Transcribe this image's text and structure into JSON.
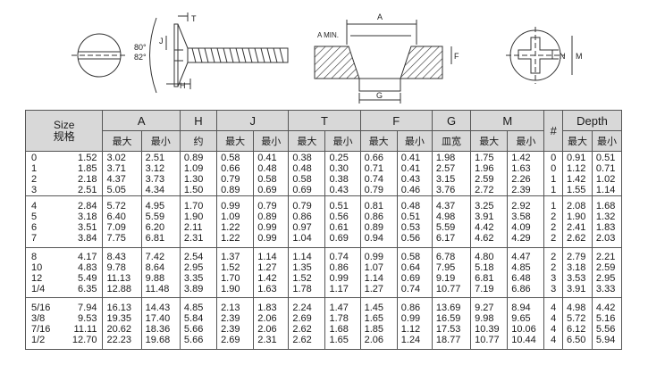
{
  "diagram_labels": {
    "t": "T",
    "j": "J",
    "h": "H",
    "angle_1": "80°",
    "angle_2": "82°",
    "a": "A",
    "a_min": "A MIN.",
    "f": "F",
    "g": "G",
    "n": "N",
    "m": "M"
  },
  "header": {
    "size_en": "Size",
    "size_cn": "规格",
    "groups": [
      "A",
      "H",
      "J",
      "T",
      "F",
      "G",
      "M",
      "#",
      "Depth"
    ],
    "max": "最大",
    "min": "最小",
    "approx": "约",
    "g_sub": "皿宽"
  },
  "blocks": [
    {
      "size": [
        "0",
        "1",
        "2",
        "3"
      ],
      "dia": [
        "1.52",
        "1.85",
        "2.18",
        "2.51"
      ],
      "a_max": [
        "3.02",
        "3.71",
        "4.37",
        "5.05"
      ],
      "a_min": [
        "2.51",
        "3.12",
        "3.73",
        "4.34"
      ],
      "h": [
        "0.89",
        "1.09",
        "1.30",
        "1.50"
      ],
      "j_max": [
        "0.58",
        "0.66",
        "0.79",
        "0.89"
      ],
      "j_min": [
        "0.41",
        "0.48",
        "0.58",
        "0.69"
      ],
      "t_max": [
        "0.38",
        "0.48",
        "0.58",
        "0.69"
      ],
      "t_min": [
        "0.25",
        "0.30",
        "0.38",
        "0.43"
      ],
      "f_max": [
        "0.66",
        "0.71",
        "0.74",
        "0.79"
      ],
      "f_min": [
        "0.41",
        "0.41",
        "0.43",
        "0.46"
      ],
      "g": [
        "1.98",
        "2.57",
        "3.15",
        "3.76"
      ],
      "m_max": [
        "1.75",
        "1.96",
        "2.59",
        "2.72"
      ],
      "m_min": [
        "1.42",
        "1.63",
        "2.26",
        "2.39"
      ],
      "hash": [
        "0",
        "0",
        "1",
        "1"
      ],
      "d_max": [
        "0.91",
        "1.12",
        "1.42",
        "1.55"
      ],
      "d_min": [
        "0.51",
        "0.71",
        "1.02",
        "1.14"
      ]
    },
    {
      "size": [
        "4",
        "5",
        "6",
        "7"
      ],
      "dia": [
        "2.84",
        "3.18",
        "3.51",
        "3.84"
      ],
      "a_max": [
        "5.72",
        "6.40",
        "7.09",
        "7.75"
      ],
      "a_min": [
        "4.95",
        "5.59",
        "6.20",
        "6.81"
      ],
      "h": [
        "1.70",
        "1.90",
        "2.11",
        "2.31"
      ],
      "j_max": [
        "0.99",
        "1.09",
        "1.22",
        "1.22"
      ],
      "j_min": [
        "0.79",
        "0.89",
        "0.99",
        "0.99"
      ],
      "t_max": [
        "0.79",
        "0.86",
        "0.97",
        "1.04"
      ],
      "t_min": [
        "0.51",
        "0.56",
        "0.61",
        "0.69"
      ],
      "f_max": [
        "0.81",
        "0.86",
        "0.89",
        "0.94"
      ],
      "f_min": [
        "0.48",
        "0.51",
        "0.53",
        "0.56"
      ],
      "g": [
        "4.37",
        "4.98",
        "5.59",
        "6.17"
      ],
      "m_max": [
        "3.25",
        "3.91",
        "4.42",
        "4.62"
      ],
      "m_min": [
        "2.92",
        "3.58",
        "4.09",
        "4.29"
      ],
      "hash": [
        "1",
        "2",
        "2",
        "2"
      ],
      "d_max": [
        "2.08",
        "1.90",
        "2.41",
        "2.62"
      ],
      "d_min": [
        "1.68",
        "1.32",
        "1.83",
        "2.03"
      ]
    },
    {
      "size": [
        "8",
        "10",
        "12",
        "1/4"
      ],
      "dia": [
        "4.17",
        "4.83",
        "5.49",
        "6.35"
      ],
      "a_max": [
        "8.43",
        "9.78",
        "11.13",
        "12.88"
      ],
      "a_min": [
        "7.42",
        "8.64",
        "9.88",
        "11.48"
      ],
      "h": [
        "2.54",
        "2.95",
        "3.35",
        "3.89"
      ],
      "j_max": [
        "1.37",
        "1.52",
        "1.70",
        "1.90"
      ],
      "j_min": [
        "1.14",
        "1.27",
        "1.42",
        "1.63"
      ],
      "t_max": [
        "1.14",
        "1.35",
        "1.52",
        "1.78"
      ],
      "t_min": [
        "0.74",
        "0.86",
        "0.99",
        "1.17"
      ],
      "f_max": [
        "0.99",
        "1.07",
        "1.14",
        "1.27"
      ],
      "f_min": [
        "0.58",
        "0.64",
        "0.69",
        "0.74"
      ],
      "g": [
        "6.78",
        "7.95",
        "9.19",
        "10.77"
      ],
      "m_max": [
        "4.80",
        "5.18",
        "6.81",
        "7.19"
      ],
      "m_min": [
        "4.47",
        "4.85",
        "6.48",
        "6.86"
      ],
      "hash": [
        "2",
        "2",
        "3",
        "3"
      ],
      "d_max": [
        "2.79",
        "3.18",
        "3.53",
        "3.91"
      ],
      "d_min": [
        "2.21",
        "2.59",
        "2.95",
        "3.33"
      ]
    },
    {
      "size": [
        "5/16",
        "3/8",
        "7/16",
        "1/2"
      ],
      "dia": [
        "7.94",
        "9.53",
        "11.11",
        "12.70"
      ],
      "a_max": [
        "16.13",
        "19.35",
        "20.62",
        "22.23"
      ],
      "a_min": [
        "14.43",
        "17.40",
        "18.36",
        "19.68"
      ],
      "h": [
        "4.85",
        "5.84",
        "5.66",
        "5.66"
      ],
      "j_max": [
        "2.13",
        "2.39",
        "2.39",
        "2.69"
      ],
      "j_min": [
        "1.83",
        "2.06",
        "2.06",
        "2.31"
      ],
      "t_max": [
        "2.24",
        "2.69",
        "2.62",
        "2.62"
      ],
      "t_min": [
        "1.47",
        "1.78",
        "1.68",
        "1.65"
      ],
      "f_max": [
        "1.45",
        "1.65",
        "1.85",
        "2.06"
      ],
      "f_min": [
        "0.86",
        "0.99",
        "1.12",
        "1.24"
      ],
      "g": [
        "13.69",
        "16.59",
        "17.53",
        "18.77"
      ],
      "m_max": [
        "9.27",
        "9.98",
        "10.39",
        "10.77"
      ],
      "m_min": [
        "8.94",
        "9.65",
        "10.06",
        "10.44"
      ],
      "hash": [
        "4",
        "4",
        "4",
        "4"
      ],
      "d_max": [
        "4.98",
        "5.72",
        "6.12",
        "6.50"
      ],
      "d_min": [
        "4.42",
        "5.16",
        "5.56",
        "5.94"
      ]
    }
  ]
}
